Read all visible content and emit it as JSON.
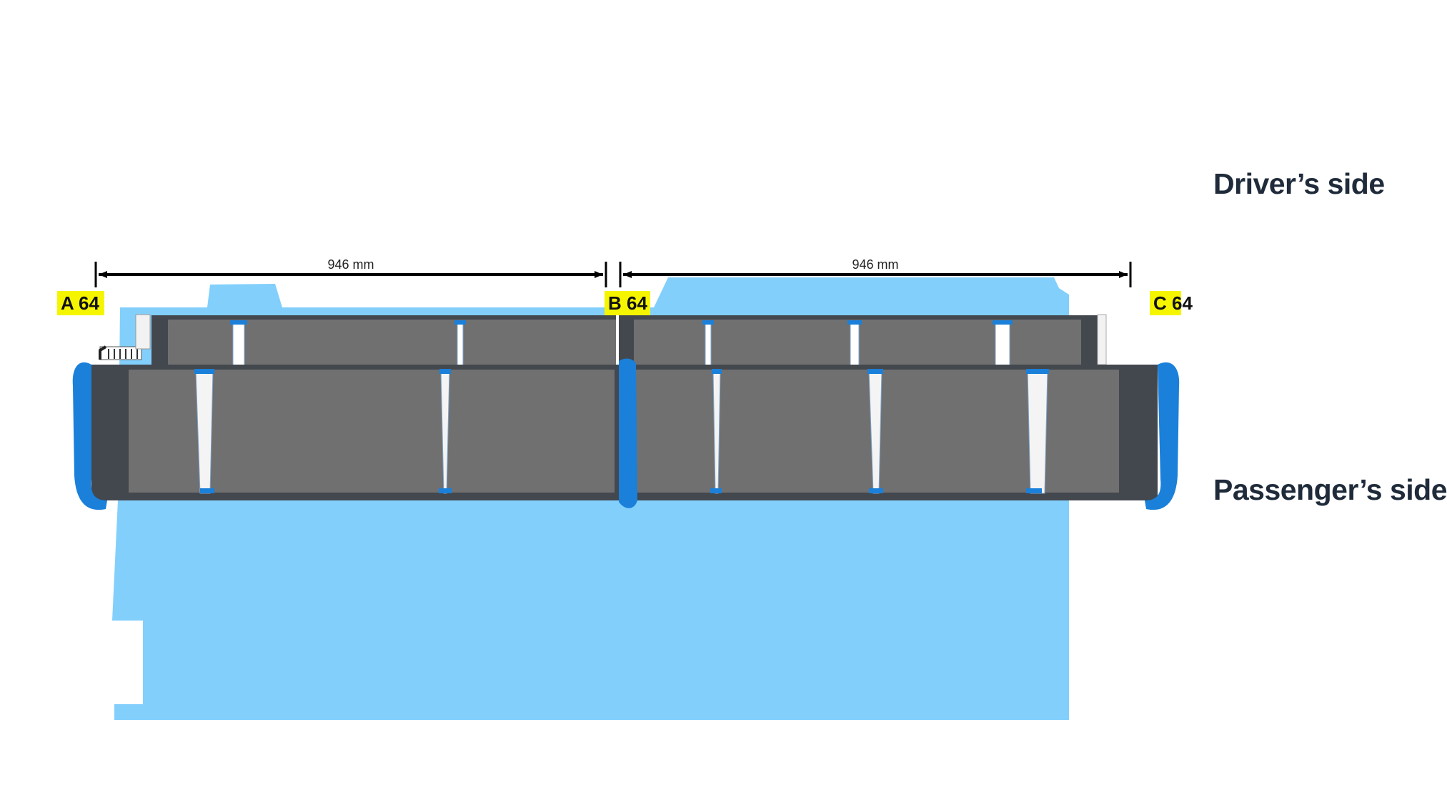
{
  "labels": {
    "driver_side": "Driver’s side",
    "passenger_side": "Passenger’s side"
  },
  "position_tags": {
    "a": "A 64",
    "b": "B 64",
    "c": "C 64"
  },
  "dimensions": {
    "left_span": "946 mm",
    "right_span": "946 mm"
  },
  "colors": {
    "vehicle_silhouette": "#82cffc",
    "rack_frame": "#43474e",
    "rack_panel": "#707070",
    "end_cap_blue": "#1a80d9",
    "tag_yellow": "#f5f500",
    "label_text": "#1f2b3a"
  }
}
